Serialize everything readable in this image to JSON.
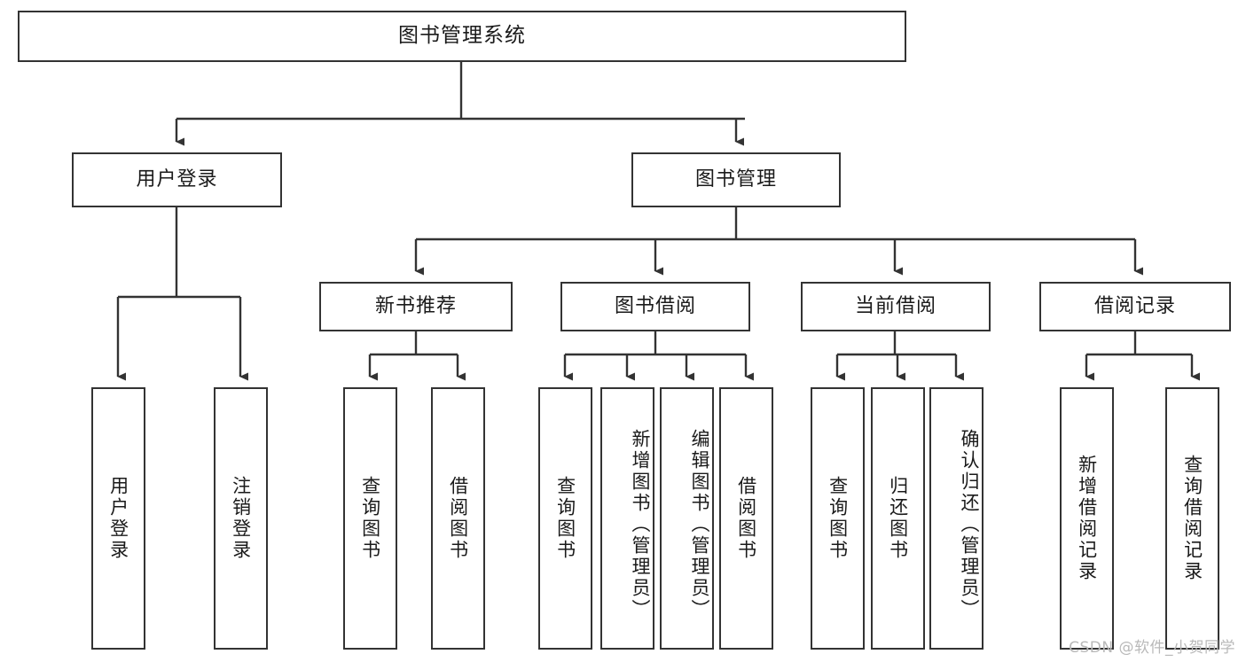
{
  "diagram": {
    "title": "图书管理系统",
    "watermark": "CSDN @软件_小贺同学",
    "line_color": "#333333",
    "box_fill": "#ffffff",
    "text_color": "#1a1a1a"
  },
  "nodes": {
    "root": {
      "label": "图书管理系统"
    },
    "level1": [
      {
        "label": "用户登录"
      },
      {
        "label": "图书管理"
      }
    ],
    "level2": [
      {
        "label": "新书推荐"
      },
      {
        "label": "图书借阅"
      },
      {
        "label": "当前借阅"
      },
      {
        "label": "借阅记录"
      }
    ],
    "leaves": {
      "user_login": [
        {
          "label": "用户登录"
        },
        {
          "label": "注销登录"
        }
      ],
      "new_book_recommend": [
        {
          "label": "查询图书"
        },
        {
          "label": "借阅图书"
        }
      ],
      "book_borrow": [
        {
          "label": "查询图书"
        },
        {
          "label": "新增图书（管理员）"
        },
        {
          "label": "编辑图书（管理员）"
        },
        {
          "label": "借阅图书"
        }
      ],
      "current_borrow": [
        {
          "label": "查询图书"
        },
        {
          "label": "归还图书"
        },
        {
          "label": "确认归还（管理员）"
        }
      ],
      "borrow_record": [
        {
          "label": "新增借阅记录"
        },
        {
          "label": "查询借阅记录"
        }
      ]
    }
  }
}
